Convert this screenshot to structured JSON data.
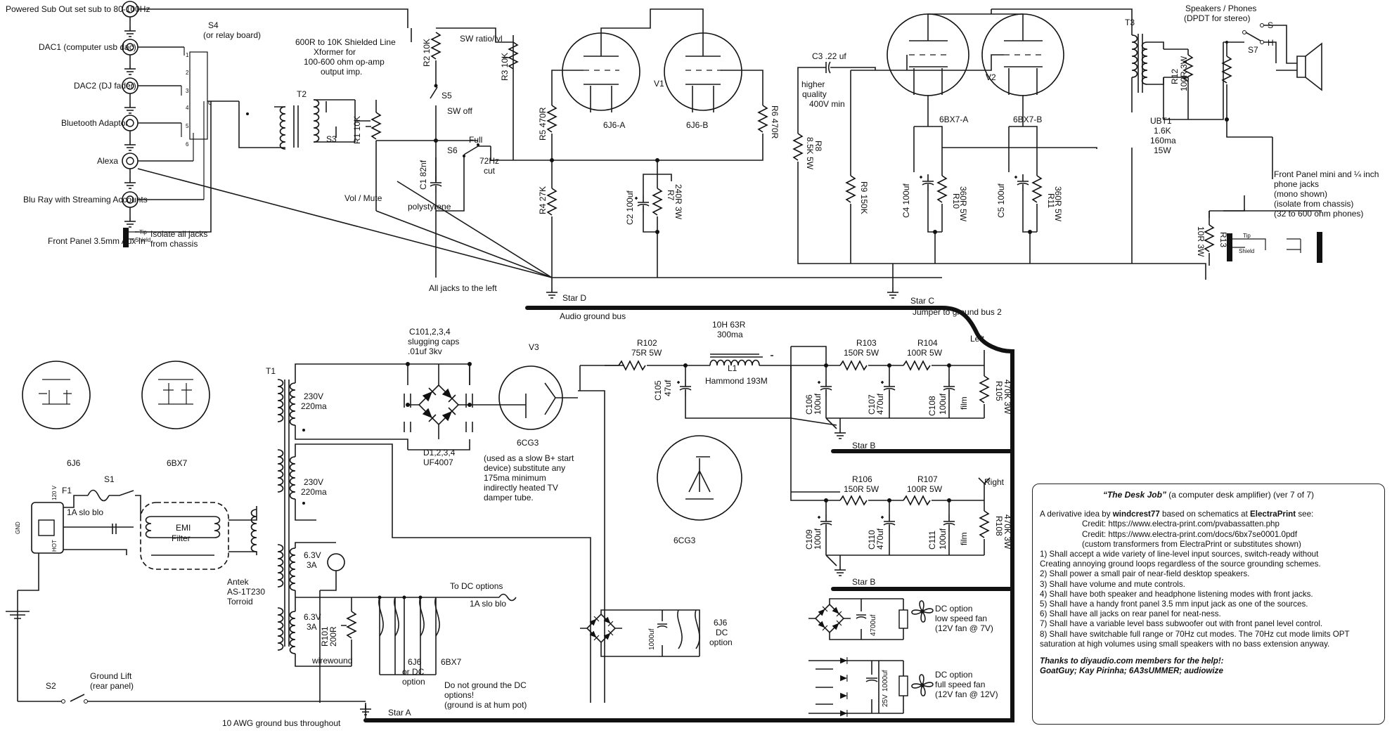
{
  "labels": {
    "sub_out": "Powered Sub Out set sub to 80-100Hz",
    "dac1": "DAC1 (computer usb dac)",
    "dac2": "DAC2 (DJ fader)",
    "bluetooth": "Bluetooth Adaptor",
    "alexa": "Alexa",
    "bluray": "Blu Ray with Streaming Accounts",
    "front_aux": "Front Panel 3.5mm Aux In",
    "isolate1": "Isolate all jacks",
    "isolate2": "from chassis",
    "s4": "S4",
    "s4b": "(or relay board)",
    "sw_nums": [
      "1",
      "2",
      "3",
      "4",
      "5",
      "6"
    ],
    "sw_c": "c",
    "xfmr1": "600R to 10K Shielded Line",
    "xfmr2": "Xformer for",
    "xfmr3": "100-600 ohm op-amp",
    "xfmr4": "output imp.",
    "t2": "T2",
    "s3": "S3",
    "r1": "R1 10K",
    "vol": "Vol / Mute",
    "r2": "R2 10K",
    "s5": "S5",
    "sw_off": "SW off",
    "sw_ratio": "SW ratio/lvl",
    "r3": "R3 10K",
    "c1": "C1 82nf",
    "polystyrene": "polystyrene",
    "s6": "S6",
    "full": "Full",
    "cut1": "72Hz",
    "cut2": "cut",
    "v1": "V1",
    "v1a": "6J6-A",
    "v1b": "6J6-B",
    "r5": "R5 470R",
    "r6": "R6 470R",
    "r4": "R4 27K",
    "c2": "C2 100uf",
    "r7a": "R7",
    "r7b": "240R 3W",
    "all_jacks": "All jacks to the left",
    "star_d": "Star D",
    "audio_bus": "Audio ground bus",
    "c3": "C3 .22 uf",
    "hq1": "higher",
    "hq2": "quality",
    "hq3": "400V min",
    "r8a": "R8",
    "r8b": "8.5K 5W",
    "r9": "R9 150K",
    "v2": "V2",
    "v2a": "6BX7-A",
    "v2b": "6BX7-B",
    "c4": "C4 100uf",
    "r10a": "R10",
    "r10b": "360R 5W",
    "c5": "C5 100uf",
    "r11a": "R11",
    "r11b": "360R 5W",
    "star_c": "Star C",
    "jumper": "Jumper to ground bus 2",
    "t3": "T3",
    "ubt1": "UBT1",
    "ubt2": "1.6K",
    "ubt3": "160ma",
    "ubt4": "15W",
    "r12a": "R12",
    "r12b": "100R 3W",
    "spk1": "Speakers / Phones",
    "spk2": "(DPDT for stereo)",
    "s7": "S7",
    "s_lbl": "S",
    "h_lbl": "H",
    "fp1": "Front Panel mini and ¼ inch",
    "fp2": "phone jacks",
    "fp3": "(mono shown)",
    "fp4": "(isolate from chassis)",
    "fp5": "(32 to 600 ohm phones)",
    "r13a": "R13",
    "r13b": "10R 3W",
    "tip": "Tip",
    "shield": "Shield",
    "left": "Left",
    "right": "Right",
    "c101a": "C101,2,3,4",
    "c101b": "slugging caps",
    "c101c": ".01uf 3kv",
    "t1": "T1",
    "v230a": "230V",
    "ma220a": "220ma",
    "v230b": "230V",
    "ma220b": "220ma",
    "v63a": "6.3V",
    "a3a": "3A",
    "v63b": "6.3V",
    "a3b": "3A",
    "d1a": "D1,2,3,4",
    "d1b": "UF4007",
    "v3": "V3",
    "v3tube": "6CG3",
    "v3n1": "(used as a slow B+ start",
    "v3n2": "device) substitute any",
    "v3n3": "175ma minimum",
    "v3n4": "indirectly heated TV",
    "v3n5": "damper tube.",
    "r102a": "R102",
    "r102b": "75R 5W",
    "c105a": "C105",
    "c105b": "47uf",
    "l1a": "10H 63R",
    "l1b": "300ma",
    "l1c": "L1",
    "l1d": "Hammond 193M",
    "r103a": "R103",
    "r103b": "150R 5W",
    "r104a": "R104",
    "r104b": "100R 5W",
    "c106a": "C106",
    "c106b": "100uf",
    "c107a": "C107",
    "c107b": "470uf",
    "c108a": "C108",
    "c108b": "100uf",
    "c108c": "film",
    "r105a": "R105",
    "r105b": "470K 3W",
    "star_b1": "Star B",
    "r106a": "R106",
    "r106b": "150R 5W",
    "r107a": "R107",
    "r107b": "100R 5W",
    "c109a": "C109",
    "c109b": "100uf",
    "c110a": "C110",
    "c110b": "470uf",
    "c111a": "C111",
    "c111b": "100uf",
    "c111c": "film",
    "r108a": "R108",
    "r108b": "470K 3W",
    "star_b2": "Star B",
    "pin6j6": "6J6",
    "pin6bx7": "6BX7",
    "pin6cg3": "6CG3",
    "f1": "F1",
    "s1": "S1",
    "fuse1": "1A slo blo",
    "emi1": "EMI",
    "emi2": "Filter",
    "antek1": "Antek",
    "antek2": "AS-1T230",
    "antek3": "Torroid",
    "r101a": "R101",
    "r101b": "200R",
    "wirewound": "wirewound",
    "dc_opt1": "To DC options",
    "fuse2": "1A slo blo",
    "o6j6a": "6J6",
    "o6j6b": "or DC",
    "o6j6c": "option",
    "o6bx7": "6BX7",
    "dng1": "Do not ground the DC",
    "dng2": "options!",
    "dng3": "(ground is at hum pot)",
    "star_a": "Star A",
    "gl1": "Ground Lift",
    "gl2": "(rear panel)",
    "s2": "S2",
    "bus10": "10 AWG ground bus throughout",
    "dc6j6a": "6J6",
    "dc6j6b": "DC",
    "dc6j6c": "option",
    "dc_cap1": "1000uf",
    "dcl1": "DC  option",
    "dcl2": "low speed fan",
    "dcl3": "(12V fan @ 7V)",
    "dcf1": "DC option",
    "dcf2": "full speed fan",
    "dcf3": "(12V fan @ 12V)",
    "cap4700": "4700uf",
    "cap1000": "1000uf",
    "cap25v": "25V",
    "gnd_lbl": "GND",
    "hot_lbl": "HOT",
    "ac_lbl": "120 V"
  },
  "info": {
    "title": "“The Desk Job”",
    "subtitle": " (a computer desk amplifier) (ver 7 of 7)",
    "derivative_pre": "A derivative idea by ",
    "author": "windcrest77",
    "derivative_mid": " based on schematics at ",
    "site": "ElectraPrint",
    "derivative_post": " see:",
    "credit1": "Credit: https://www.electra-print.com/pvabassatten.php",
    "credit2": "Credit: https://www.electra-print.com/docs/6bx7se0001.0pdf",
    "custom": "(custom transformers from ElectraPrint or substitutes shown)",
    "req": [
      "1) Shall accept a wide variety of line-level input sources, switch-ready without",
      "Creating annoying ground loops regardless of the source grounding schemes.",
      "2) Shall power a small pair of near-field desktop speakers.",
      "3) Shall have volume and mute controls.",
      "4) Shall have both speaker and headphone listening modes with front jacks.",
      "5) Shall have a handy front panel 3.5 mm input jack as one of the sources.",
      "6) Shall have all jacks on rear panel for neat-ness.",
      "7) Shall have a variable level bass subwoofer out with front panel level control.",
      "8) Shall have switchable full range or 70Hz cut modes. The 70Hz cut mode limits OPT",
      "saturation at high volumes using small speakers with no bass extension anyway."
    ],
    "thanks1": "Thanks to diyaudio.com members for the help!:",
    "thanks2": "GoatGuy; Kay Pirinha; 6A3sUMMER; audiowize"
  }
}
